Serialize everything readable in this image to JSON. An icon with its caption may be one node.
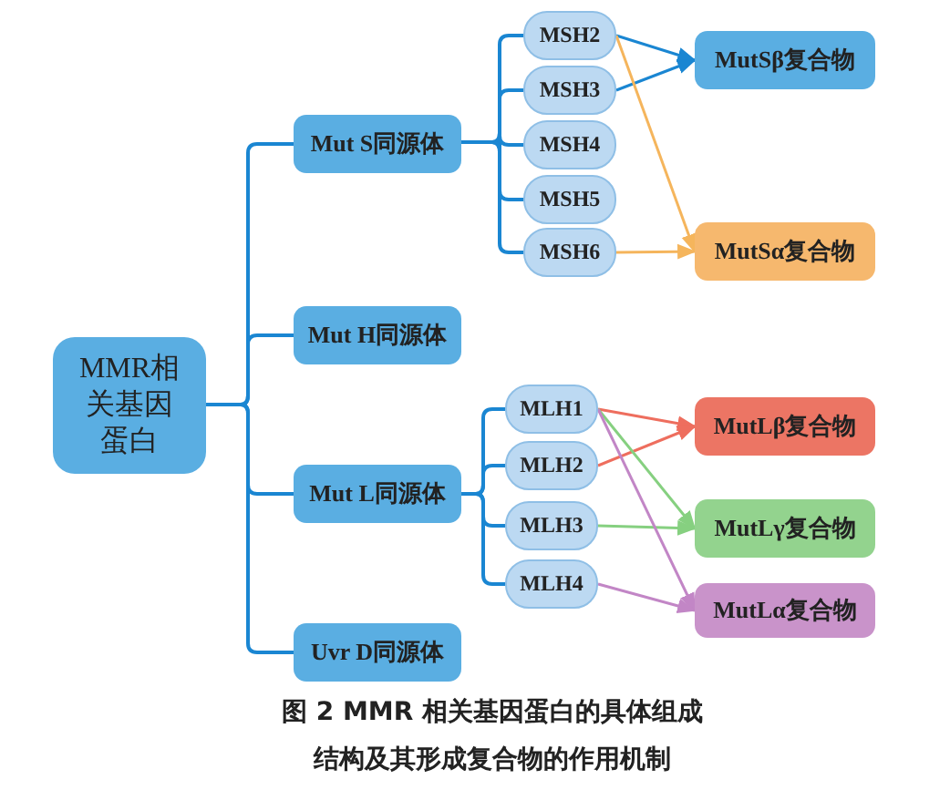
{
  "diagram": {
    "caption": "图 2 MMR 相关基因蛋白的具体组成结构及其形成复合物的作用机制",
    "nodes": [
      {
        "text": [
          "MMR相关基因蛋白"
        ]
      },
      {
        "text": [
          "Mut S同源体"
        ]
      },
      {
        "text": [
          "MSH2"
        ]
      },
      {
        "text": [
          "MSH3"
        ]
      },
      {
        "text": [
          "MSH4"
        ]
      },
      {
        "text": [
          "MSH5"
        ]
      },
      {
        "text": [
          "MSH6"
        ]
      },
      {
        "text": [
          "MutSβ复合物"
        ]
      },
      {
        "text": [
          "MutSα复合物"
        ]
      },
      {
        "text": [
          "Mut H同源体"
        ]
      },
      {
        "text": [
          "Mut L同源体"
        ]
      },
      {
        "text": [
          "MLH1"
        ]
      },
      {
        "text": [
          "MLH2"
        ]
      },
      {
        "text": [
          "MLH3"
        ]
      },
      {
        "text": [
          "MLH4"
        ]
      },
      {
        "text": [
          "MutLβ复合物"
        ]
      },
      {
        "text": [
          "MutLγ复合物"
        ]
      },
      {
        "text": [
          "MutLα复合物"
        ]
      },
      {
        "text": [
          "Uvr D同源体"
        ]
      }
    ],
    "edges": [
      {
        "from": 0,
        "to": 1,
        "arrow": "none"
      },
      {
        "from": 0,
        "to": 9,
        "arrow": "none"
      },
      {
        "from": 0,
        "to": 10,
        "arrow": "none"
      },
      {
        "from": 0,
        "to": 18,
        "arrow": "none"
      },
      {
        "from": 1,
        "to": 2,
        "arrow": "none"
      },
      {
        "from": 1,
        "to": 3,
        "arrow": "none"
      },
      {
        "from": 1,
        "to": 4,
        "arrow": "none"
      },
      {
        "from": 1,
        "to": 5,
        "arrow": "none"
      },
      {
        "from": 1,
        "to": 6,
        "arrow": "none"
      },
      {
        "from": 10,
        "to": 11,
        "arrow": "none"
      },
      {
        "from": 10,
        "to": 12,
        "arrow": "none"
      },
      {
        "from": 10,
        "to": 13,
        "arrow": "none"
      },
      {
        "from": 10,
        "to": 14,
        "arrow": "none"
      },
      {
        "from": 2,
        "to": 7,
        "arrow": "to"
      },
      {
        "from": 3,
        "to": 7,
        "arrow": "to"
      },
      {
        "from": 2,
        "to": 8,
        "arrow": "to",
        "color": "#f5b55c"
      },
      {
        "from": 6,
        "to": 8,
        "arrow": "to",
        "color": "#f5b55c"
      },
      {
        "from": 11,
        "to": 15,
        "arrow": "to",
        "color": "#ee6e5e"
      },
      {
        "from": 12,
        "to": 15,
        "arrow": "to",
        "color": "#ee6e5e"
      },
      {
        "from": 11,
        "to": 16,
        "arrow": "to",
        "color": "#86d080"
      },
      {
        "from": 13,
        "to": 16,
        "arrow": "to",
        "color": "#86d080"
      },
      {
        "from": 11,
        "to": 17,
        "arrow": "to",
        "color": "#c286c6"
      },
      {
        "from": 14,
        "to": 17,
        "arrow": "to",
        "color": "#c286c6"
      }
    ]
  }
}
